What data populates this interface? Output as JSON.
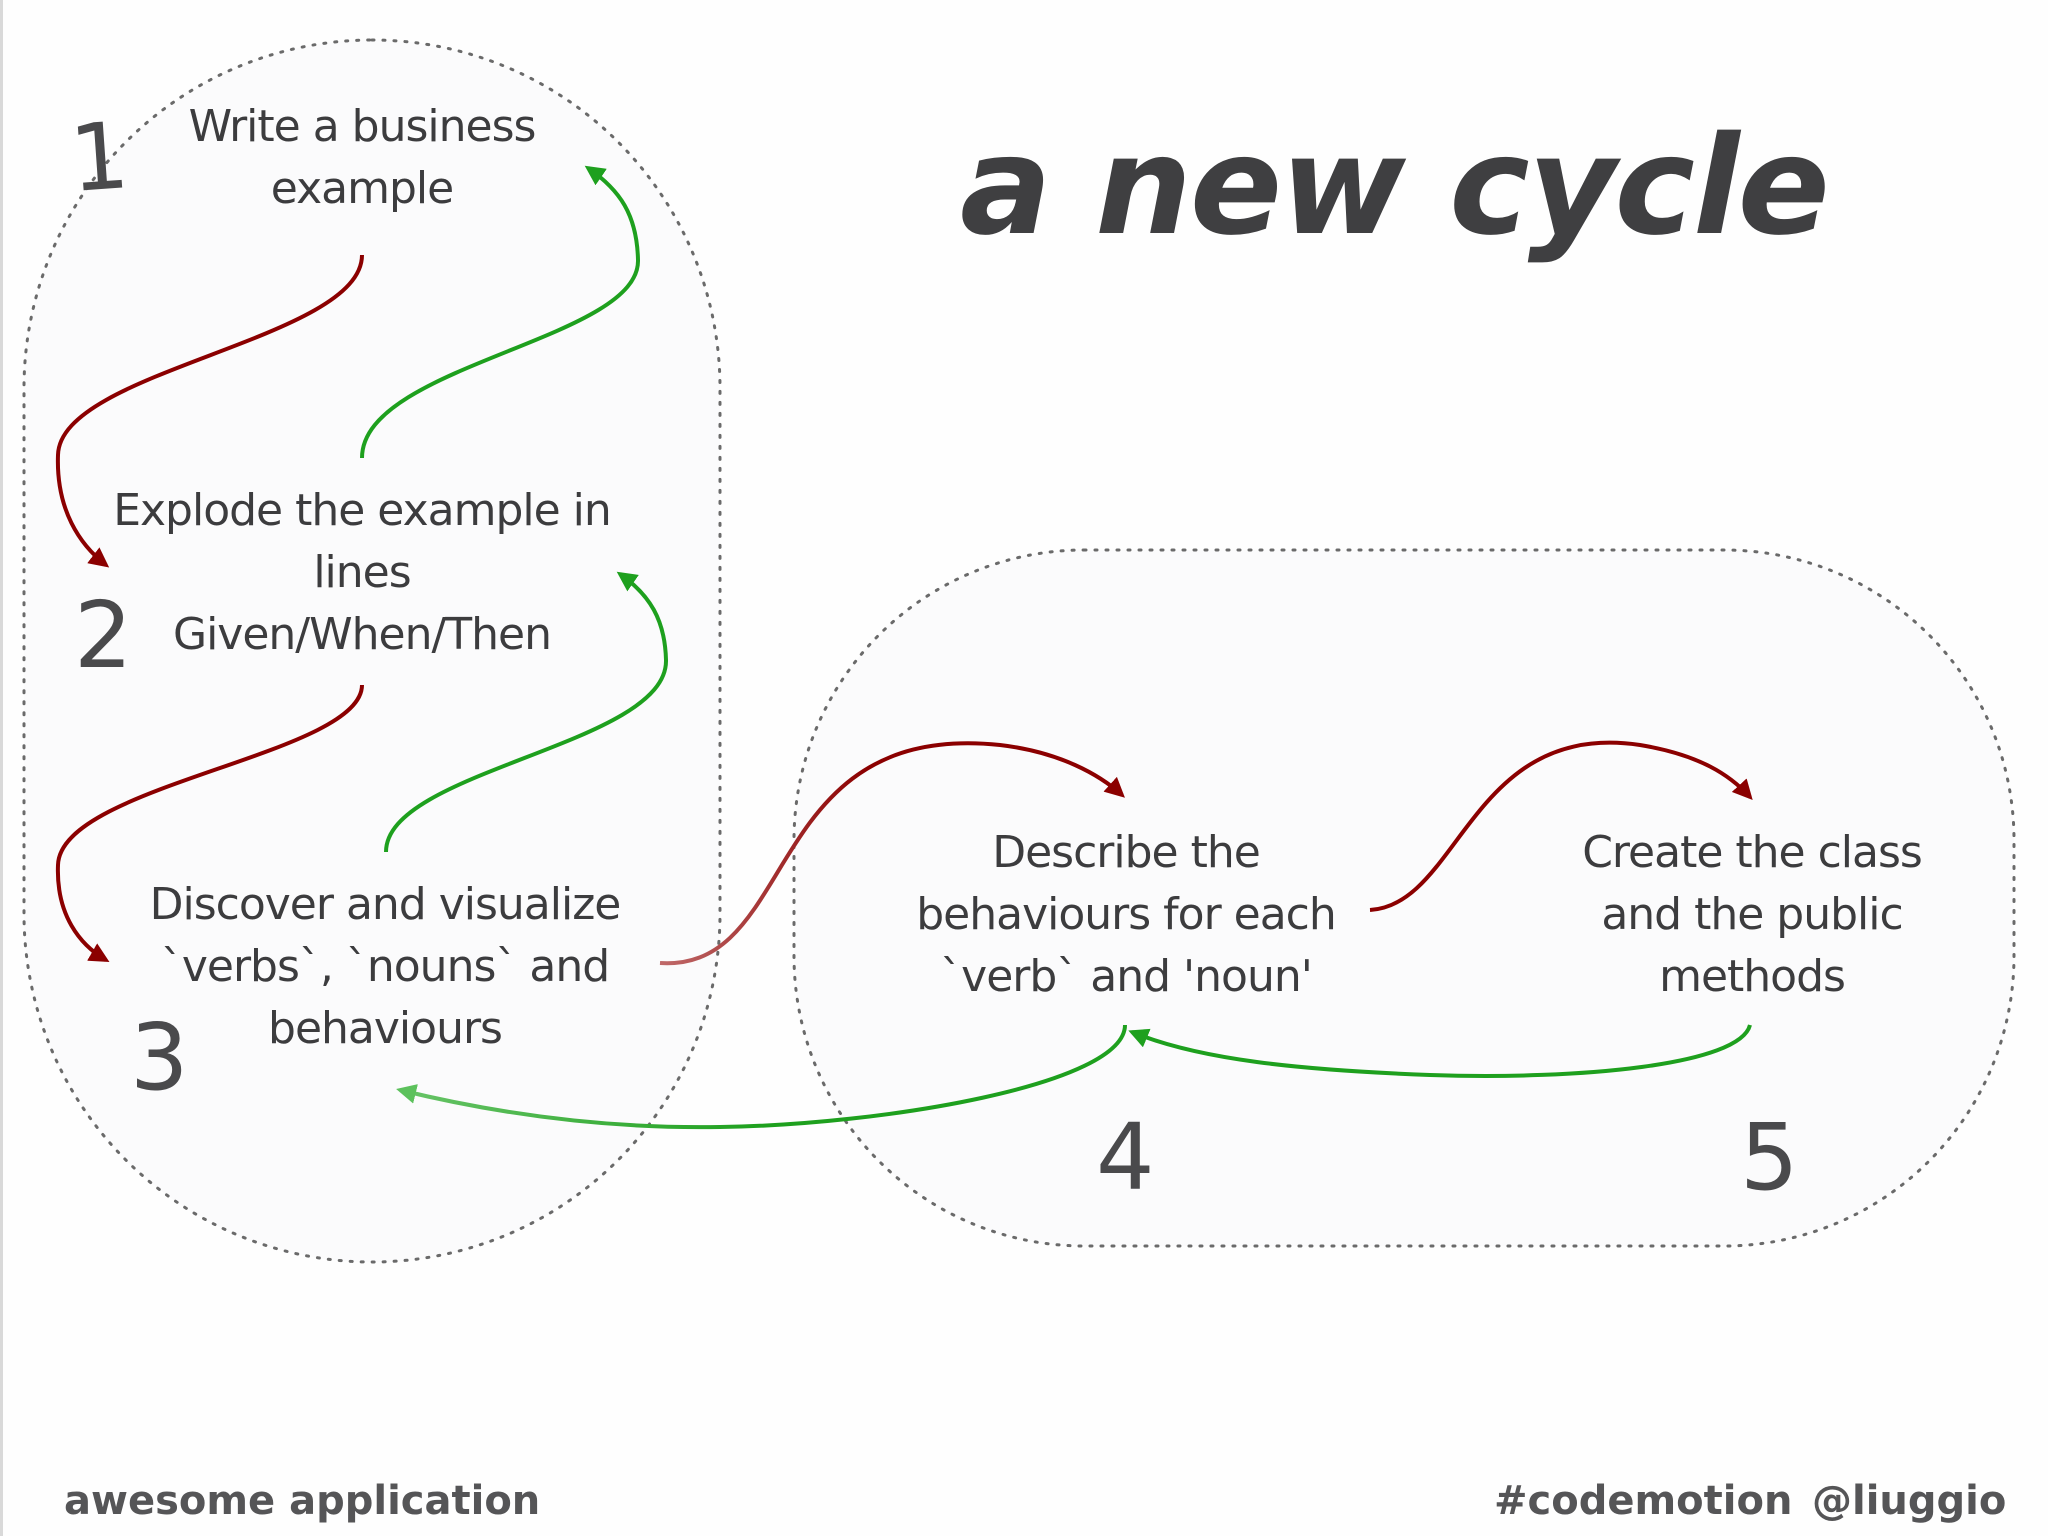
{
  "title": "a new cycle",
  "steps": [
    {
      "number": "1",
      "lines": [
        "Write a business",
        "example"
      ]
    },
    {
      "number": "2",
      "lines": [
        "Explode the example in",
        "lines",
        "Given/When/Then"
      ]
    },
    {
      "number": "3",
      "lines": [
        "Discover and visualize",
        "`verbs`, `nouns` and",
        "behaviours"
      ]
    },
    {
      "number": "4",
      "lines": [
        "Describe the",
        "behaviours for each",
        "`verb` and 'noun'"
      ]
    },
    {
      "number": "5",
      "lines": [
        "Create the class",
        "and the public",
        "methods"
      ]
    }
  ],
  "footer": {
    "left": "awesome application",
    "hashtag": "#codemotion",
    "handle": "@liuggio"
  },
  "colors": {
    "background": "#fefefe",
    "text": "#3c3c3e",
    "forward_arrow": "#8b0000",
    "back_arrow": "#1ea01e",
    "group_border": "#6a6a6a",
    "group_fill": "#f8f8f9"
  }
}
